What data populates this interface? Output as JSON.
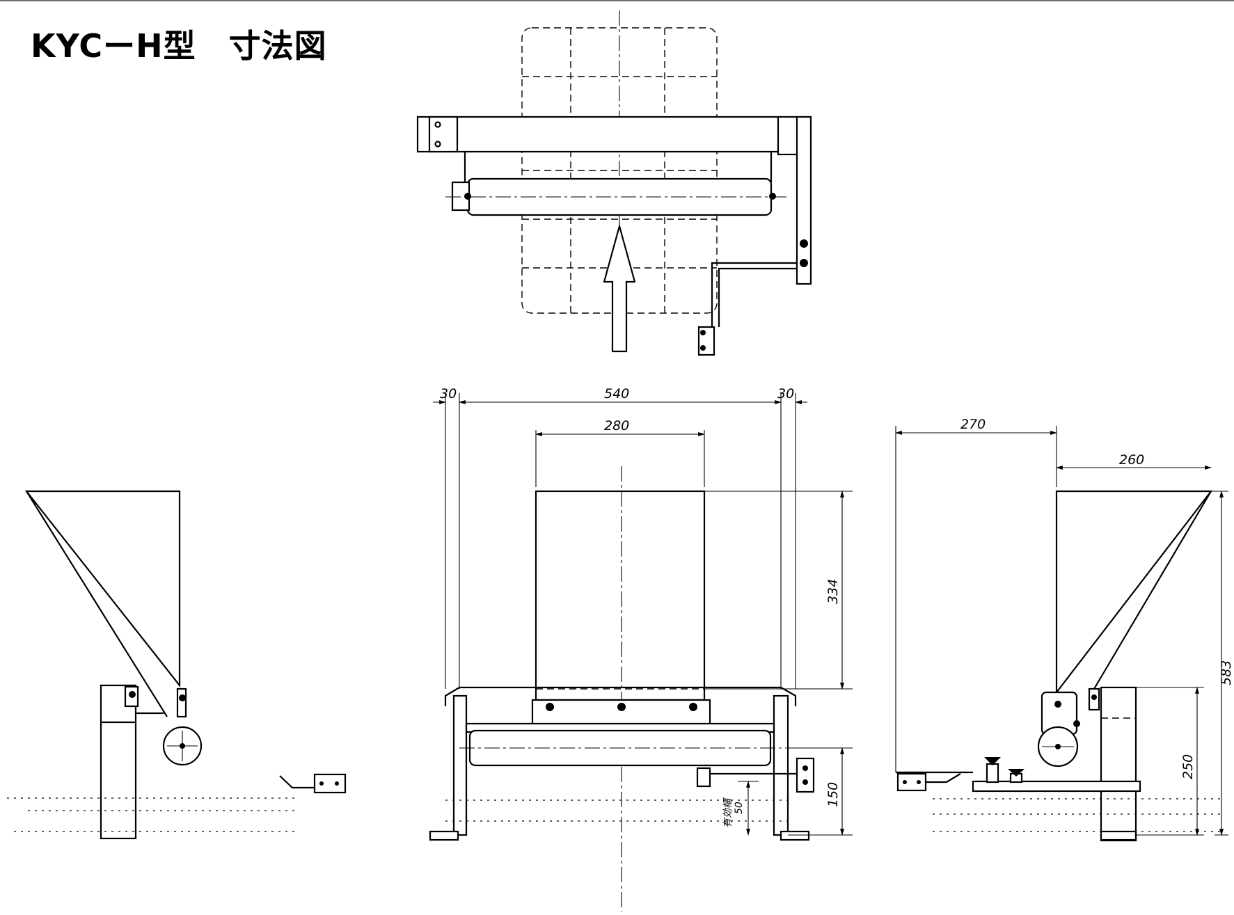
{
  "title": "KYCーH型　寸法図",
  "dimensions": {
    "d30_left": "30",
    "d540": "540",
    "d30_right": "30",
    "d280": "280",
    "d334": "334",
    "d150": "150",
    "d270": "270",
    "d260": "260",
    "d583": "583",
    "d250": "250"
  },
  "annotation": {
    "line1": "有効幅",
    "line2": "50"
  },
  "colors": {
    "line": "#000000",
    "background": "#ffffff",
    "top_rule": "#6f6f6f"
  }
}
